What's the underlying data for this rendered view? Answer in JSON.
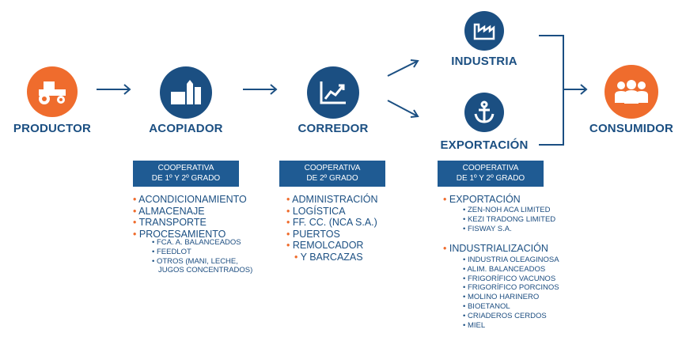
{
  "nodes": {
    "productor": {
      "label": "PRODUCTOR",
      "icon": "tractor-icon"
    },
    "acopiador": {
      "label": "ACOPIADOR",
      "icon": "silo-icon"
    },
    "corredor": {
      "label": "CORREDOR",
      "icon": "chart-up-icon"
    },
    "industria": {
      "label": "INDUSTRIA",
      "icon": "factory-icon"
    },
    "exportacion": {
      "label": "EXPORTACIÓN",
      "icon": "anchor-icon"
    },
    "consumidor": {
      "label": "CONSUMIDOR",
      "icon": "people-icon"
    }
  },
  "boxes": [
    {
      "line1": "COOPERATIVA",
      "line2": "DE 1º Y 2º  GRADO"
    },
    {
      "line1": "COOPERATIVA",
      "line2": "DE 2º GRADO"
    },
    {
      "line1": "COOPERATIVA",
      "line2": "DE 1º Y 2º  GRADO"
    }
  ],
  "acopiador_list": [
    "ACONDICIONAMIENTO",
    "ALMACENAJE",
    "TRANSPORTE",
    "PROCESAMIENTO"
  ],
  "procesamiento_sub": [
    "FCA. A. BALANCEADOS",
    "FEEDLOT",
    "OTROS (MANI, LECHE,",
    "JUGOS CONCENTRADOS)"
  ],
  "corredor_list": [
    "ADMINISTRACIÓN",
    "LOGÍSTICA",
    "FF. CC. (NCA S.A.)",
    "PUERTOS",
    "REMOLCADOR",
    "Y BARCAZAS"
  ],
  "export_title": "EXPORTACIÓN",
  "export_sub": [
    "ZEN-NOH ACA LIMITED",
    "KEZI TRADONG LIMITED",
    "FISWAY S.A."
  ],
  "indus_title": "INDUSTRIALIZACIÓN",
  "indus_sub": [
    "INDUSTRIA OLEAGINOSA",
    "ALIM. BALANCEADOS",
    "FRIGORÍFICO VACUNOS",
    "FRIGORÍFICO PORCINOS",
    "MOLINO HARINERO",
    "BIOETANOL",
    "CRIADEROS CERDOS",
    "MIEL"
  ],
  "colors": {
    "blue": "#1b4f82",
    "orange": "#ef6c2d"
  }
}
